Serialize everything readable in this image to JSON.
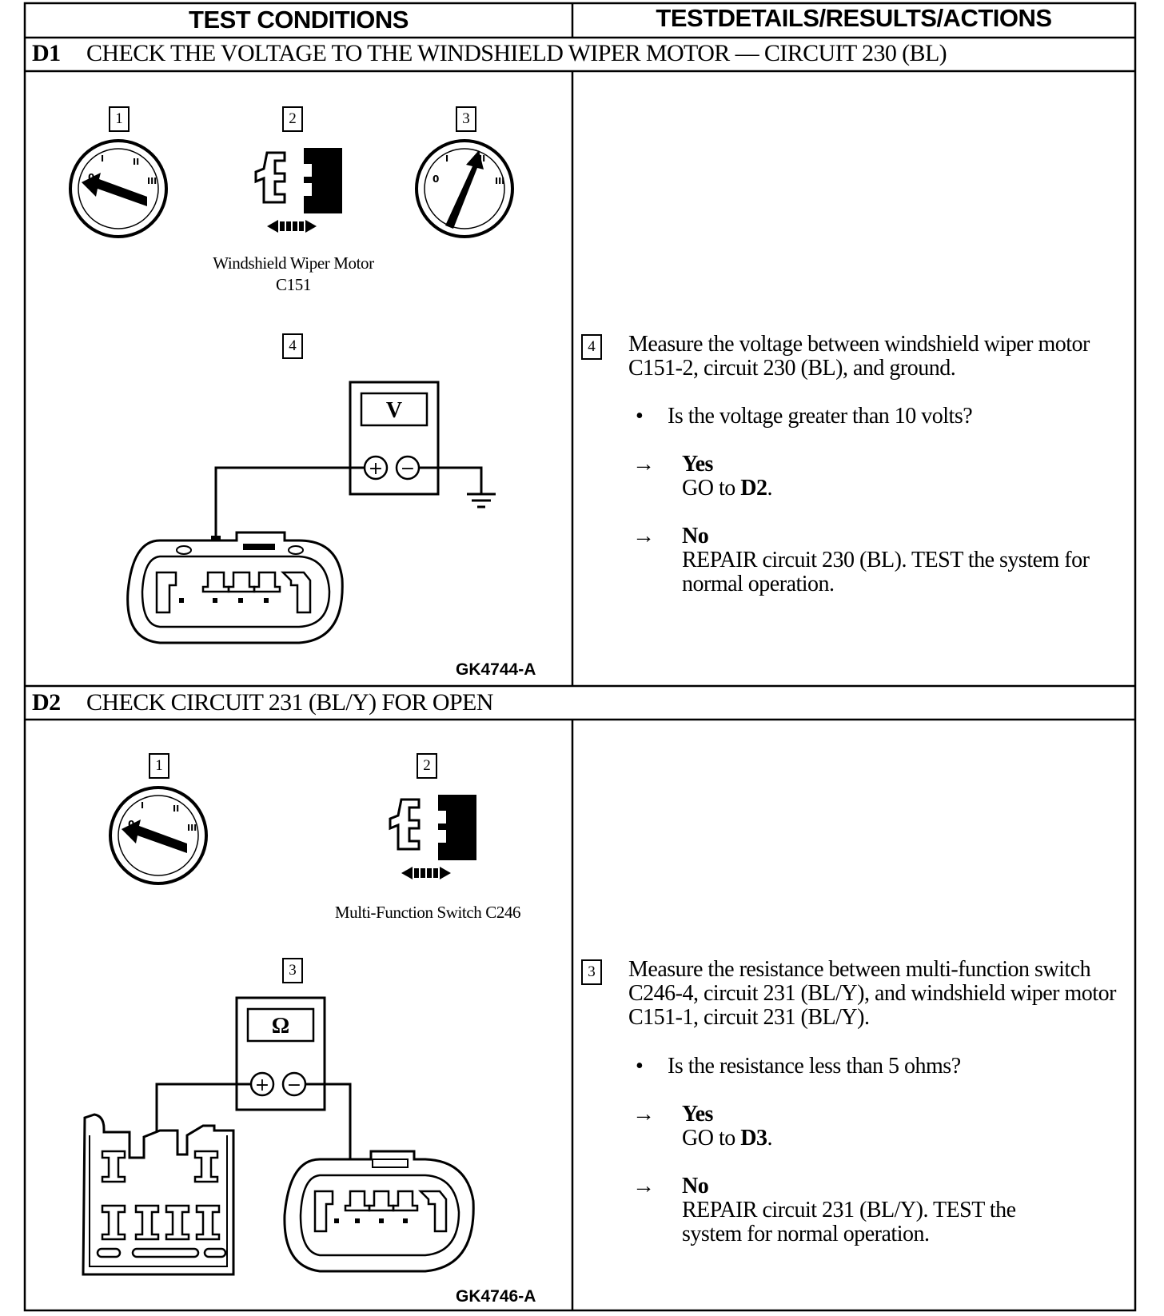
{
  "headers": {
    "left": "TEST CONDITIONS",
    "right": "TESTDETAILS/RESULTS/ACTIONS"
  },
  "steps": [
    {
      "id": "D1",
      "title": "CHECK THE VOLTAGE TO THE WINDSHIELD WIPER MOTOR — CIRCUIT 230 (BL)",
      "callouts": [
        "1",
        "2",
        "3",
        "4"
      ],
      "connector_caption_line1": "Windshield Wiper Motor",
      "connector_caption_line2": "C151",
      "meter_symbol": "V",
      "meter_plus": "+",
      "meter_minus": "−",
      "figure_code": "GK4744-A",
      "action_number": "4",
      "action_text": "Measure the voltage between windshield wiper motor C151-2, circuit 230 (BL), and ground.",
      "question": "Is the voltage greater than 10 volts?",
      "yes_label": "Yes",
      "yes_text_prefix": "GO to ",
      "yes_target": "D2",
      "yes_text_suffix": ".",
      "no_label": "No",
      "no_text": "REPAIR circuit 230 (BL). TEST the system for normal operation.",
      "arrow": "→",
      "bullet": "•"
    },
    {
      "id": "D2",
      "title": "CHECK CIRCUIT 231 (BL/Y) FOR OPEN",
      "callouts": [
        "1",
        "2",
        "3"
      ],
      "connector_caption": "Multi-Function Switch C246",
      "meter_symbol": "Ω",
      "meter_plus": "+",
      "meter_minus": "−",
      "figure_code": "GK4746-A",
      "action_number": "3",
      "action_text": "Measure the resistance between multi-function switch C246-4, circuit 231 (BL/Y), and windshield wiper motor C151-1, circuit 231 (BL/Y).",
      "question": "Is the resistance less than 5 ohms?",
      "yes_label": "Yes",
      "yes_text_prefix": "GO to ",
      "yes_target": "D3",
      "yes_text_suffix": ".",
      "no_label": "No",
      "no_text": "REPAIR circuit 231 (BL/Y). TEST the system for normal operation.",
      "arrow": "→",
      "bullet": "•"
    }
  ],
  "icons": {
    "ignition_switch": "ignition-key-switch-icon",
    "disconnect": "connector-disconnect-icon",
    "ground": "ground-symbol-icon"
  }
}
